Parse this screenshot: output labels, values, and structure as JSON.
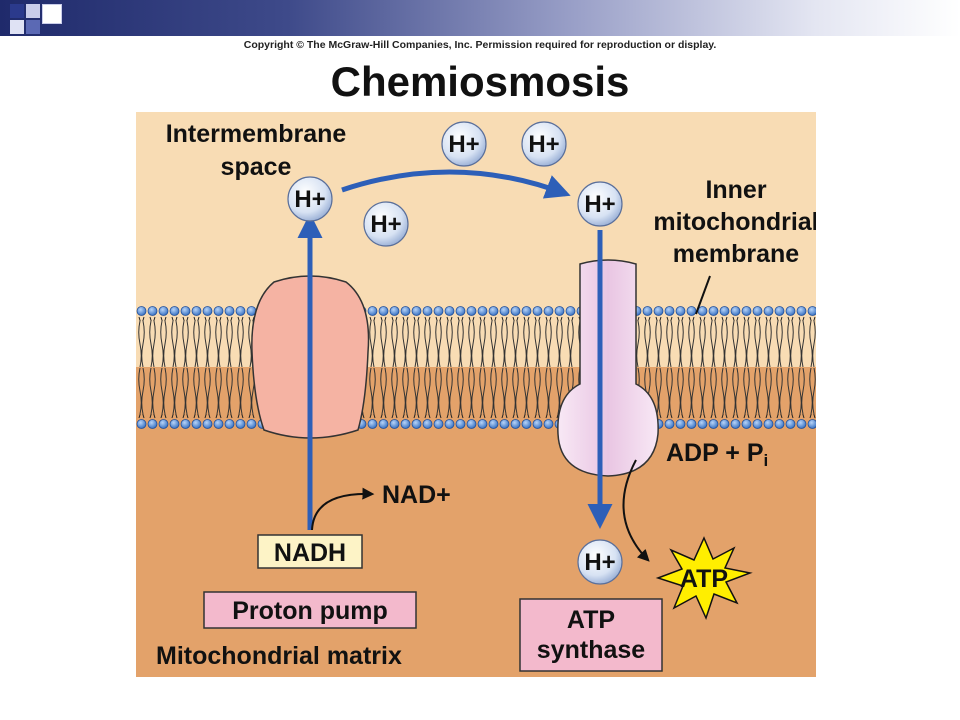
{
  "header": {
    "copyright": "Copyright © The McGraw-Hill Companies, Inc. Permission required for reproduction or display.",
    "title": "Chemiosmosis"
  },
  "labels": {
    "intermembrane_space_1": "Intermembrane",
    "intermembrane_space_2": "space",
    "inner_membrane_1": "Inner",
    "inner_membrane_2": "mitochondrial",
    "inner_membrane_3": "membrane",
    "nad_plus": "NAD+",
    "nadh": "NADH",
    "adp_pi": "ADP + P",
    "adp_pi_sub": "i",
    "atp": "ATP",
    "proton_pump": "Proton pump",
    "atp_synthase_1": "ATP",
    "atp_synthase_2": "synthase",
    "mitochondrial_matrix": "Mitochondrial matrix",
    "proton": "H+"
  },
  "colors": {
    "intermembrane": "#f8dcb4",
    "matrix": "#e3a26a",
    "proton_pump": "#f5b3a3",
    "atp_synthase": "#f0d4ec",
    "phospholipid_head": "#3a78c8",
    "arrow": "#2d5fb8",
    "nadh_box": "#fdf3c6",
    "label_box": "#f3b9cc",
    "atp_burst": "#ffee00"
  }
}
